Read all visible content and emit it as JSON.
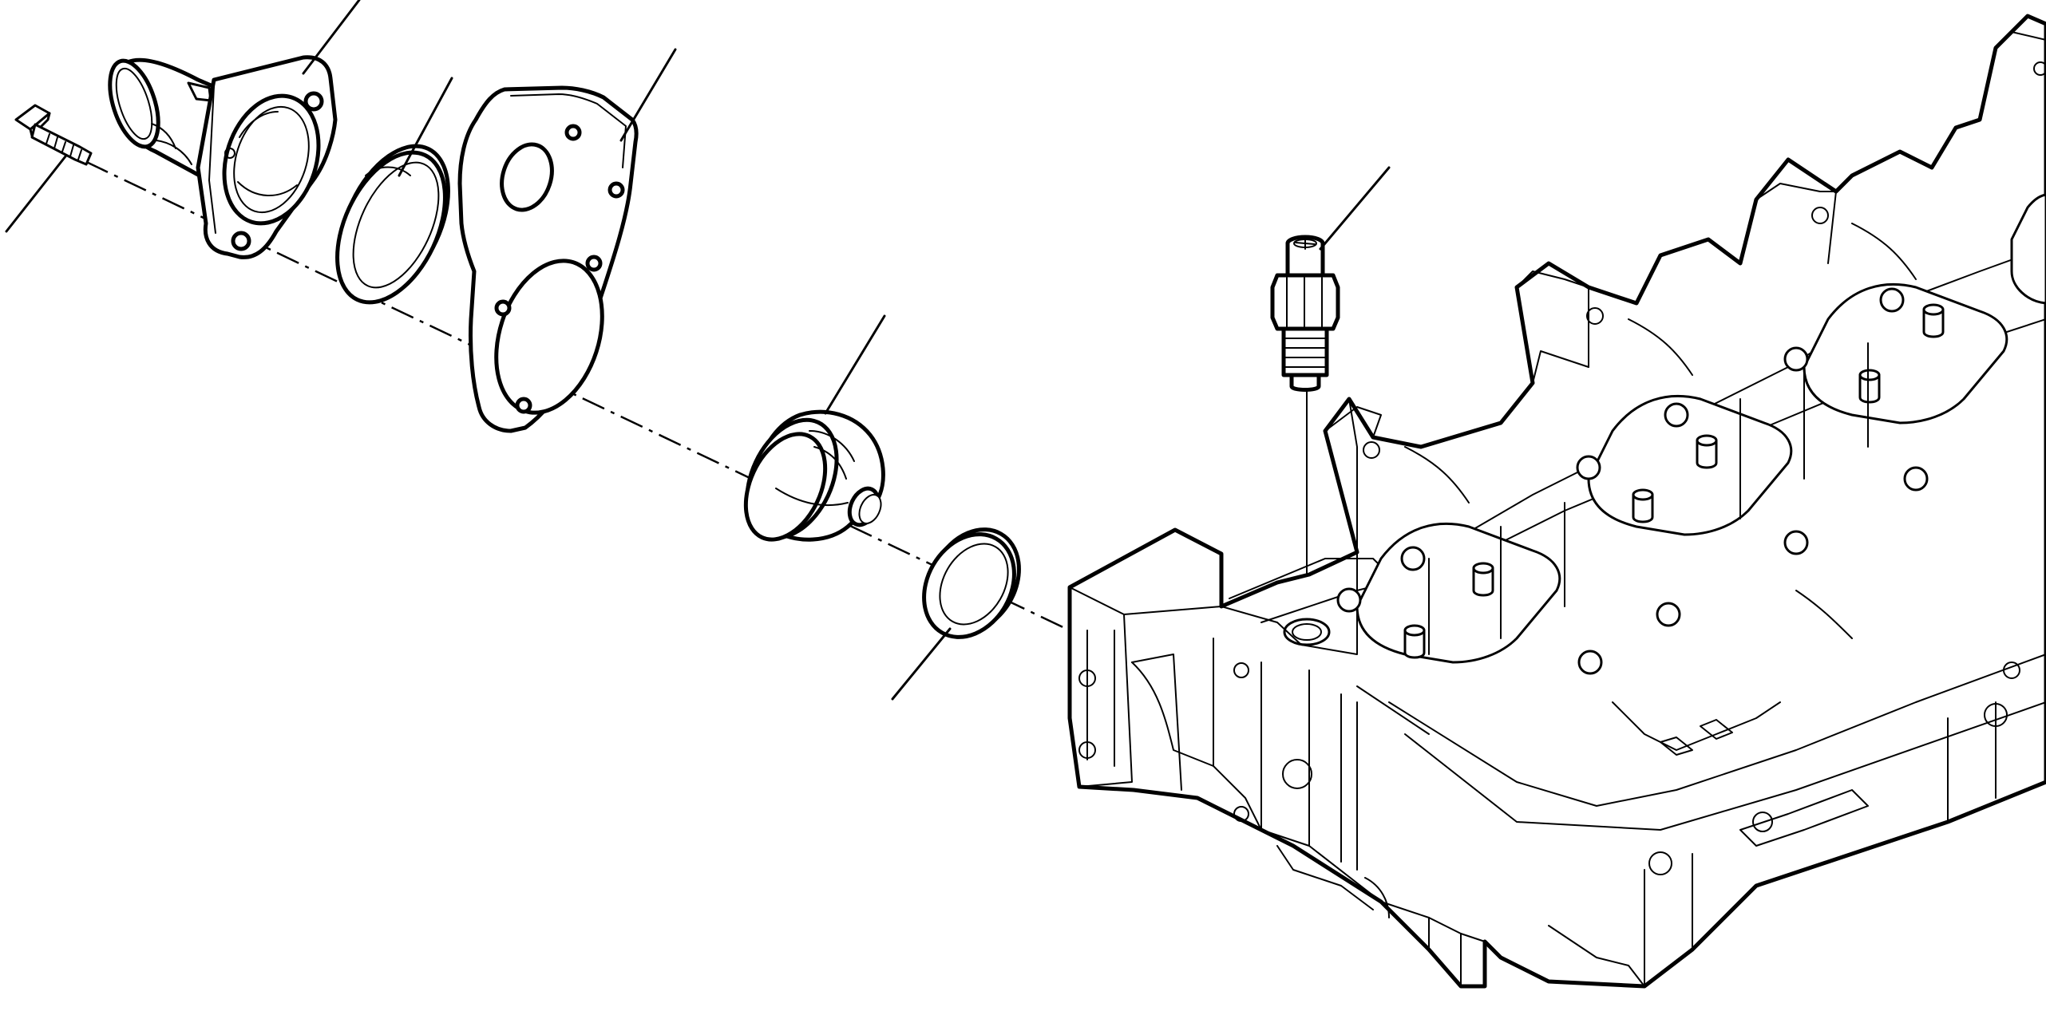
{
  "figure": {
    "background_color": "#ffffff",
    "line_color": "#000000",
    "parts": [
      "flange-bolt",
      "thermostat-housing",
      "sealing-ring",
      "housing-gasket",
      "thermostat",
      "thermostat-o-ring",
      "temperature-sender",
      "cylinder-head"
    ]
  }
}
